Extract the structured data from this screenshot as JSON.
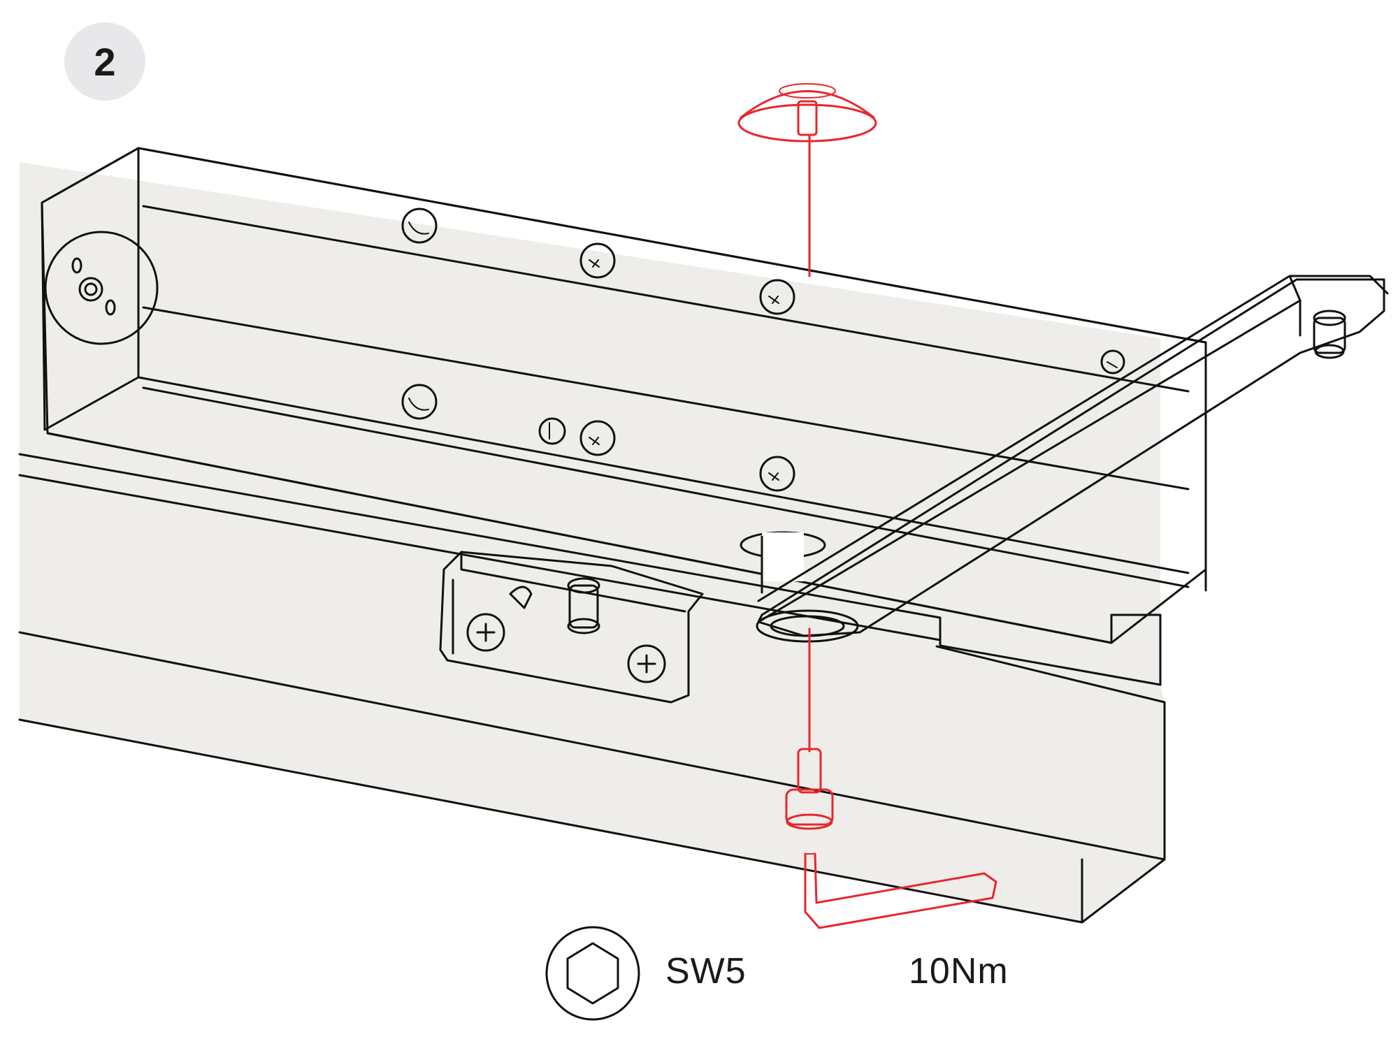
{
  "step": {
    "number": "2"
  },
  "labels": {
    "tool_size": "SW5",
    "torque": "10Nm"
  },
  "colors": {
    "accent": "#e8262d",
    "frame_fill": "#eeede9",
    "badge": "#e8e8ea",
    "ink": "#111111"
  },
  "icons": {
    "cap": "cover-cap-icon",
    "screw": "socket-head-screw-icon",
    "key": "hex-key-icon",
    "hex": "hexagon-socket-icon"
  }
}
